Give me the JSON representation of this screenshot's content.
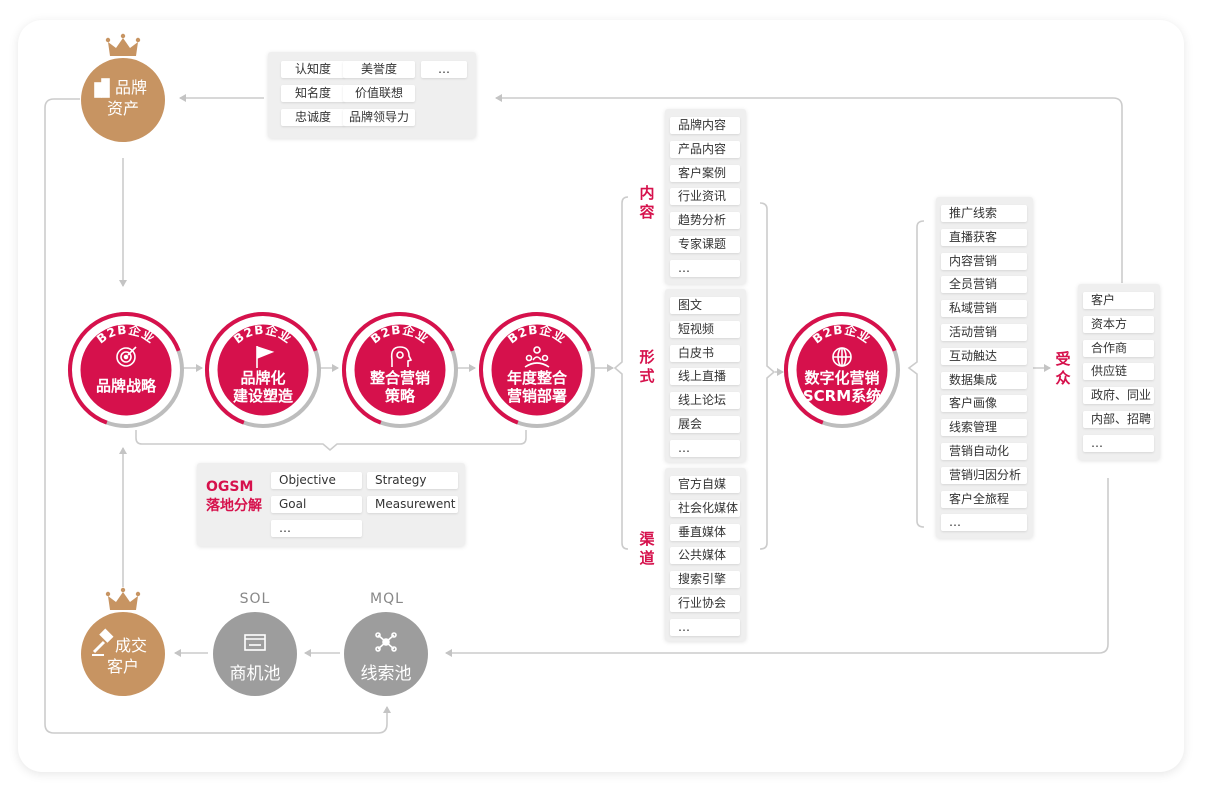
{
  "b2b_badge": "B2B企业",
  "brand_assets": {
    "line1": "品牌",
    "line2": "资产"
  },
  "deal_customer": {
    "line1": "成交",
    "line2": "客户"
  },
  "opportunity_pool": {
    "label": "商机池",
    "caption": "SOL"
  },
  "lead_pool": {
    "label": "线索池",
    "caption": "MQL"
  },
  "strategy_nodes": [
    {
      "lines": [
        "品牌战略"
      ]
    },
    {
      "lines": [
        "品牌化",
        "建设塑造"
      ]
    },
    {
      "lines": [
        "整合营销",
        "策略"
      ]
    },
    {
      "lines": [
        "年度整合",
        "营销部署"
      ]
    }
  ],
  "scrm_node": {
    "lines": [
      "数字化营销",
      "SCRM系统"
    ]
  },
  "brand_metrics": [
    [
      "认知度",
      "美誉度",
      "…"
    ],
    [
      "知名度",
      "价值联想"
    ],
    [
      "忠诚度",
      "品牌领导力"
    ]
  ],
  "ogsm": {
    "title_line1": "OGSM",
    "title_line2": "落地分解",
    "items": [
      "Objective",
      "Strategy",
      "Goal",
      "Measurewent",
      "…"
    ]
  },
  "content_group": {
    "label": "内容",
    "items": [
      "品牌内容",
      "产品内容",
      "客户案例",
      "行业资讯",
      "趋势分析",
      "专家课题",
      "…"
    ]
  },
  "form_group": {
    "label": "形式",
    "items": [
      "图文",
      "短视频",
      "白皮书",
      "线上直播",
      "线上论坛",
      "展会",
      "…"
    ]
  },
  "channel_group": {
    "label": "渠道",
    "items": [
      "官方自媒",
      "社会化媒体",
      "垂直媒体",
      "公共媒体",
      "搜索引擎",
      "行业协会",
      "…"
    ]
  },
  "scrm_features": [
    "推广线索",
    "直播获客",
    "内容营销",
    "全员营销",
    "私域营销",
    "活动营销",
    "互动触达",
    "数据集成",
    "客户画像",
    "线索管理",
    "营销自动化",
    "营销归因分析",
    "客户全旅程",
    "…"
  ],
  "audience": {
    "label": "受众",
    "items": [
      "客户",
      "资本方",
      "合作商",
      "供应链",
      "政府、同业",
      "内部、招聘",
      "…"
    ]
  },
  "colors": {
    "accent": "#d6114c",
    "gold": "#c79462",
    "gray": "#9d9d9d",
    "line": "#c8c8c8"
  }
}
